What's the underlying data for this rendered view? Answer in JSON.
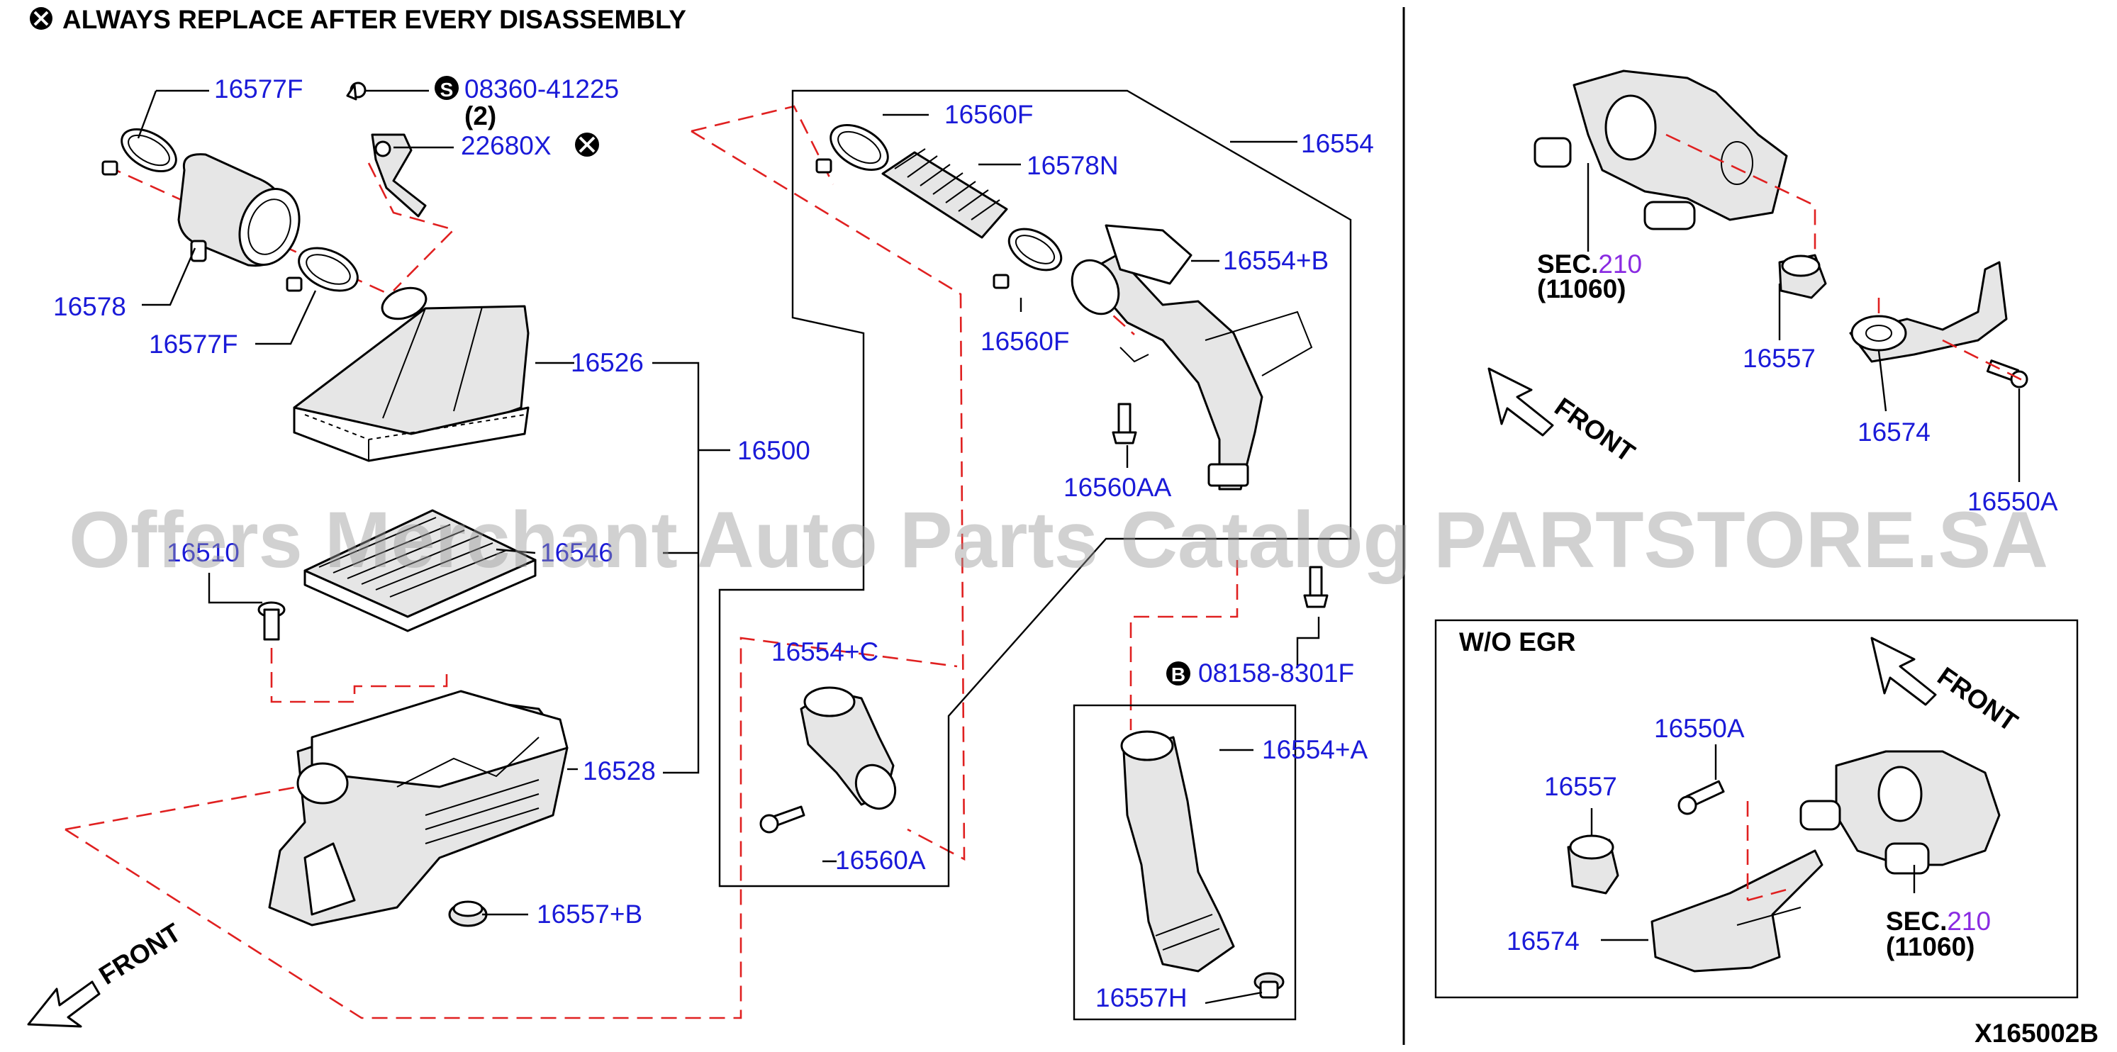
{
  "header": {
    "note": "ALWAYS REPLACE AFTER EVERY DISASSEMBLY",
    "note_symbol": "⊗"
  },
  "labels": {
    "p16577F_top": "16577F",
    "p08360": "08360-41225",
    "p08360_qty": "(2)",
    "p22680X": "22680X",
    "p16578": "16578",
    "p16577F_bottom": "16577F",
    "p16526": "16526",
    "p16500": "16500",
    "p16546": "16546",
    "p16510": "16510",
    "p16528": "16528",
    "p16557B": "16557+B",
    "p16560F_top": "16560F",
    "p16578N": "16578N",
    "p16554": "16554",
    "p16554B": "16554+B",
    "p16560F_mid": "16560F",
    "p16560AA": "16560AA",
    "p16554C": "16554+C",
    "p16560A": "16560A",
    "p08158": "08158-8301F",
    "p16554A": "16554+A",
    "p16557H": "16557H",
    "sec_top_prefix": "SEC.",
    "sec_top_num": "210",
    "sec_top_code": "(11060)",
    "p16557_top": "16557",
    "p16574_top": "16574",
    "p16550A_top": "16550A",
    "front_left": "FRONT",
    "front_topright": "FRONT",
    "front_inset": "FRONT",
    "inset_title": "W/O EGR",
    "p16550A_inset": "16550A",
    "p16557_inset": "16557",
    "p16574_inset": "16574",
    "sec_inset_prefix": "SEC.",
    "sec_inset_num": "210",
    "sec_inset_code": "(11060)",
    "marker_S": "S",
    "marker_B": "B",
    "figure_id": "X165002B"
  },
  "watermark": "Offers Merchant Auto Parts Catalog PARTSTORE.SA",
  "colors": {
    "label_blue": "#1a1ad8",
    "leader_black": "#000000",
    "dash_red": "#e02020",
    "section_purple": "#8a2be2"
  }
}
